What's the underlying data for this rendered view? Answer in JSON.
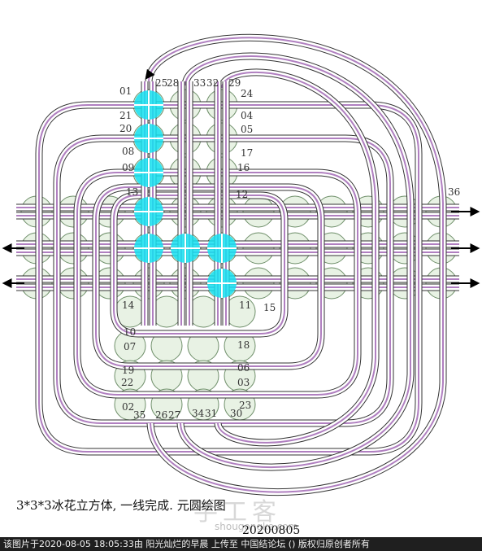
{
  "caption": "3*3*3冰花立方体, 一线完成. 元圆绘图",
  "date": "20200805",
  "watermark": {
    "main": "手工客",
    "sub": "shougongke.com"
  },
  "footer": "该图片于2020-08-05 18:05:33由 阳光灿烂的早晨 上传至 中国结论坛 () 版权归原创者所有",
  "colors": {
    "tube": "#b07fc0",
    "ring": "#6f8f6a",
    "highlight": "#14e0f0",
    "ringFill": "#e8f2e4"
  },
  "labels": [
    {
      "id": "left-01",
      "text": "01"
    },
    {
      "id": "left-21",
      "text": "21"
    },
    {
      "id": "left-20",
      "text": "20"
    },
    {
      "id": "left-08",
      "text": "08"
    },
    {
      "id": "left-09",
      "text": "09"
    },
    {
      "id": "left-13",
      "text": "13"
    },
    {
      "id": "left-14",
      "text": "14"
    },
    {
      "id": "left-10",
      "text": "10"
    },
    {
      "id": "left-07",
      "text": "07"
    },
    {
      "id": "left-19",
      "text": "19"
    },
    {
      "id": "left-22",
      "text": "22"
    },
    {
      "id": "left-02",
      "text": "02"
    },
    {
      "id": "top-25",
      "text": "25"
    },
    {
      "id": "top-28",
      "text": "28"
    },
    {
      "id": "top-33",
      "text": "33"
    },
    {
      "id": "top-32",
      "text": "32"
    },
    {
      "id": "top-29",
      "text": "29"
    },
    {
      "id": "right-24",
      "text": "24"
    },
    {
      "id": "right-04",
      "text": "04"
    },
    {
      "id": "right-05",
      "text": "05"
    },
    {
      "id": "right-17",
      "text": "17"
    },
    {
      "id": "right-16",
      "text": "16"
    },
    {
      "id": "right-12",
      "text": "12"
    },
    {
      "id": "right-36",
      "text": "36"
    },
    {
      "id": "right-11",
      "text": "11"
    },
    {
      "id": "right-15",
      "text": "15"
    },
    {
      "id": "right-18",
      "text": "18"
    },
    {
      "id": "right-06",
      "text": "06"
    },
    {
      "id": "right-03",
      "text": "03"
    },
    {
      "id": "right-23",
      "text": "23"
    },
    {
      "id": "bottom-35",
      "text": "35"
    },
    {
      "id": "bottom-26",
      "text": "26"
    },
    {
      "id": "bottom-27",
      "text": "27"
    },
    {
      "id": "bottom-34",
      "text": "34"
    },
    {
      "id": "bottom-31",
      "text": "31"
    },
    {
      "id": "bottom-30",
      "text": "30"
    }
  ]
}
